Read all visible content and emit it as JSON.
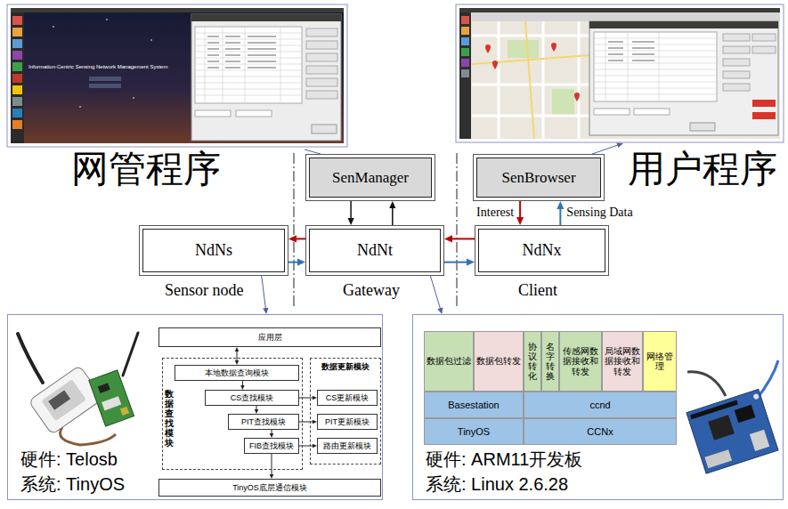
{
  "diagram": {
    "nodes": [
      {
        "text": [
          "SenManager"
        ]
      },
      {
        "text": [
          "SenBrowser"
        ]
      },
      {
        "text": [
          "NdNs"
        ]
      },
      {
        "text": [
          "NdNt"
        ]
      },
      {
        "text": [
          "NdNx"
        ]
      },
      {
        "text": [
          "硬件: Telosb",
          "系统: TinyOS"
        ]
      },
      {
        "text": [
          "应用层"
        ],
        "in": 5
      },
      {
        "text": [
          "数据查找模块"
        ],
        "in": 5
      },
      {
        "text": [
          "本地数据查询模块"
        ],
        "in": 7
      },
      {
        "text": [
          "CS查找模块"
        ],
        "in": 7
      },
      {
        "text": [
          "PIT查找模块"
        ],
        "in": 7
      },
      {
        "text": [
          "FIB查找模块"
        ],
        "in": 7
      },
      {
        "text": [
          "数据更新模块"
        ],
        "in": 5
      },
      {
        "text": [
          "CS更新模块"
        ],
        "in": 12
      },
      {
        "text": [
          "PIT更新模块"
        ],
        "in": 12
      },
      {
        "text": [
          "路由更新模块"
        ],
        "in": 12
      },
      {
        "text": [
          "TinyOS底层通信模块"
        ],
        "in": 5
      },
      {
        "text": [
          "硬件: ARM11开发板",
          "系统: Linux 2.6.28"
        ]
      },
      {
        "text": [
          "数据包过滤"
        ],
        "in": 17
      },
      {
        "text": [
          "数据包转发"
        ],
        "in": 17
      },
      {
        "text": [
          "协议转化"
        ],
        "in": 17
      },
      {
        "text": [
          "名字转换"
        ],
        "in": 17
      },
      {
        "text": [
          "传感网数据接收和转发"
        ],
        "in": 17
      },
      {
        "text": [
          "局域网数据接收和转发"
        ],
        "in": 17
      },
      {
        "text": [
          "网络管理"
        ],
        "in": 17
      },
      {
        "text": [
          "Basestation"
        ],
        "in": 17
      },
      {
        "text": [
          "ccnd"
        ],
        "in": 17
      },
      {
        "text": [
          "TinyOS"
        ],
        "in": 17
      },
      {
        "text": [
          "CCNx"
        ],
        "in": 17
      }
    ],
    "edges": [
      {
        "from": 0,
        "to": 3,
        "arrow": "to"
      },
      {
        "from": 3,
        "to": 0,
        "arrow": "to"
      },
      {
        "from": 1,
        "to": 4,
        "arrow": "to",
        "label": "Interest"
      },
      {
        "from": 4,
        "to": 1,
        "arrow": "to",
        "label": "Sensing Data"
      },
      {
        "from": 4,
        "to": 3,
        "arrow": "to"
      },
      {
        "from": 3,
        "to": 2,
        "arrow": "to"
      },
      {
        "from": 2,
        "to": 3,
        "arrow": "to"
      },
      {
        "from": 3,
        "to": 4,
        "arrow": "to"
      },
      {
        "from": 2,
        "to": 5,
        "arrow": "to"
      },
      {
        "from": 3,
        "to": 17,
        "arrow": "to"
      },
      {
        "from": 6,
        "to": 8,
        "arrow": "both"
      },
      {
        "from": 8,
        "to": 9,
        "arrow": "to"
      },
      {
        "from": 9,
        "to": 10,
        "arrow": "to"
      },
      {
        "from": 10,
        "to": 11,
        "arrow": "to"
      },
      {
        "from": 11,
        "to": 16,
        "arrow": "to"
      },
      {
        "from": 9,
        "to": 13,
        "arrow": "to"
      },
      {
        "from": 10,
        "to": 14,
        "arrow": "to"
      },
      {
        "from": 11,
        "to": 15,
        "arrow": "to"
      }
    ],
    "labels": [
      "Information-Centric Sensing Network Management System",
      "网管程序",
      "用户程序",
      "Sensor node",
      "Gateway",
      "Client"
    ]
  }
}
